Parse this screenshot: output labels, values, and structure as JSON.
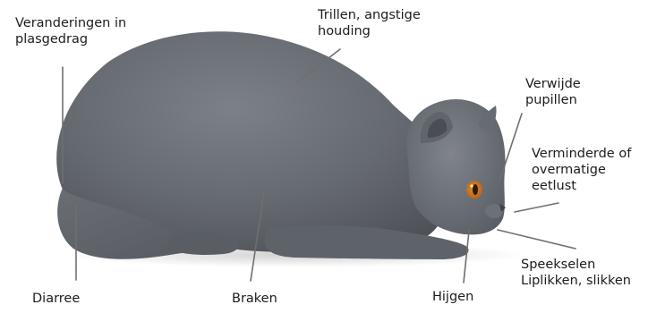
{
  "diagram": {
    "subject": "gray-cat-crouching",
    "line_color": "#6f6f6f",
    "labels": [
      {
        "id": "play",
        "lines": [
          "Veranderingen in",
          "plasgedrag"
        ]
      },
      {
        "id": "trembling",
        "lines": [
          "Trillen, angstige",
          "houding"
        ]
      },
      {
        "id": "pupils",
        "lines": [
          "Verwijde",
          "pupillen"
        ]
      },
      {
        "id": "appetite",
        "lines": [
          "Verminderde of",
          "overmatige",
          "eetlust"
        ]
      },
      {
        "id": "saliva",
        "lines": [
          "Speekselen",
          "Liplikken, slikken"
        ]
      },
      {
        "id": "panting",
        "lines": [
          "Hijgen"
        ]
      },
      {
        "id": "vomiting",
        "lines": [
          "Braken"
        ]
      },
      {
        "id": "diarrhea",
        "lines": [
          "Diarree"
        ]
      }
    ]
  }
}
